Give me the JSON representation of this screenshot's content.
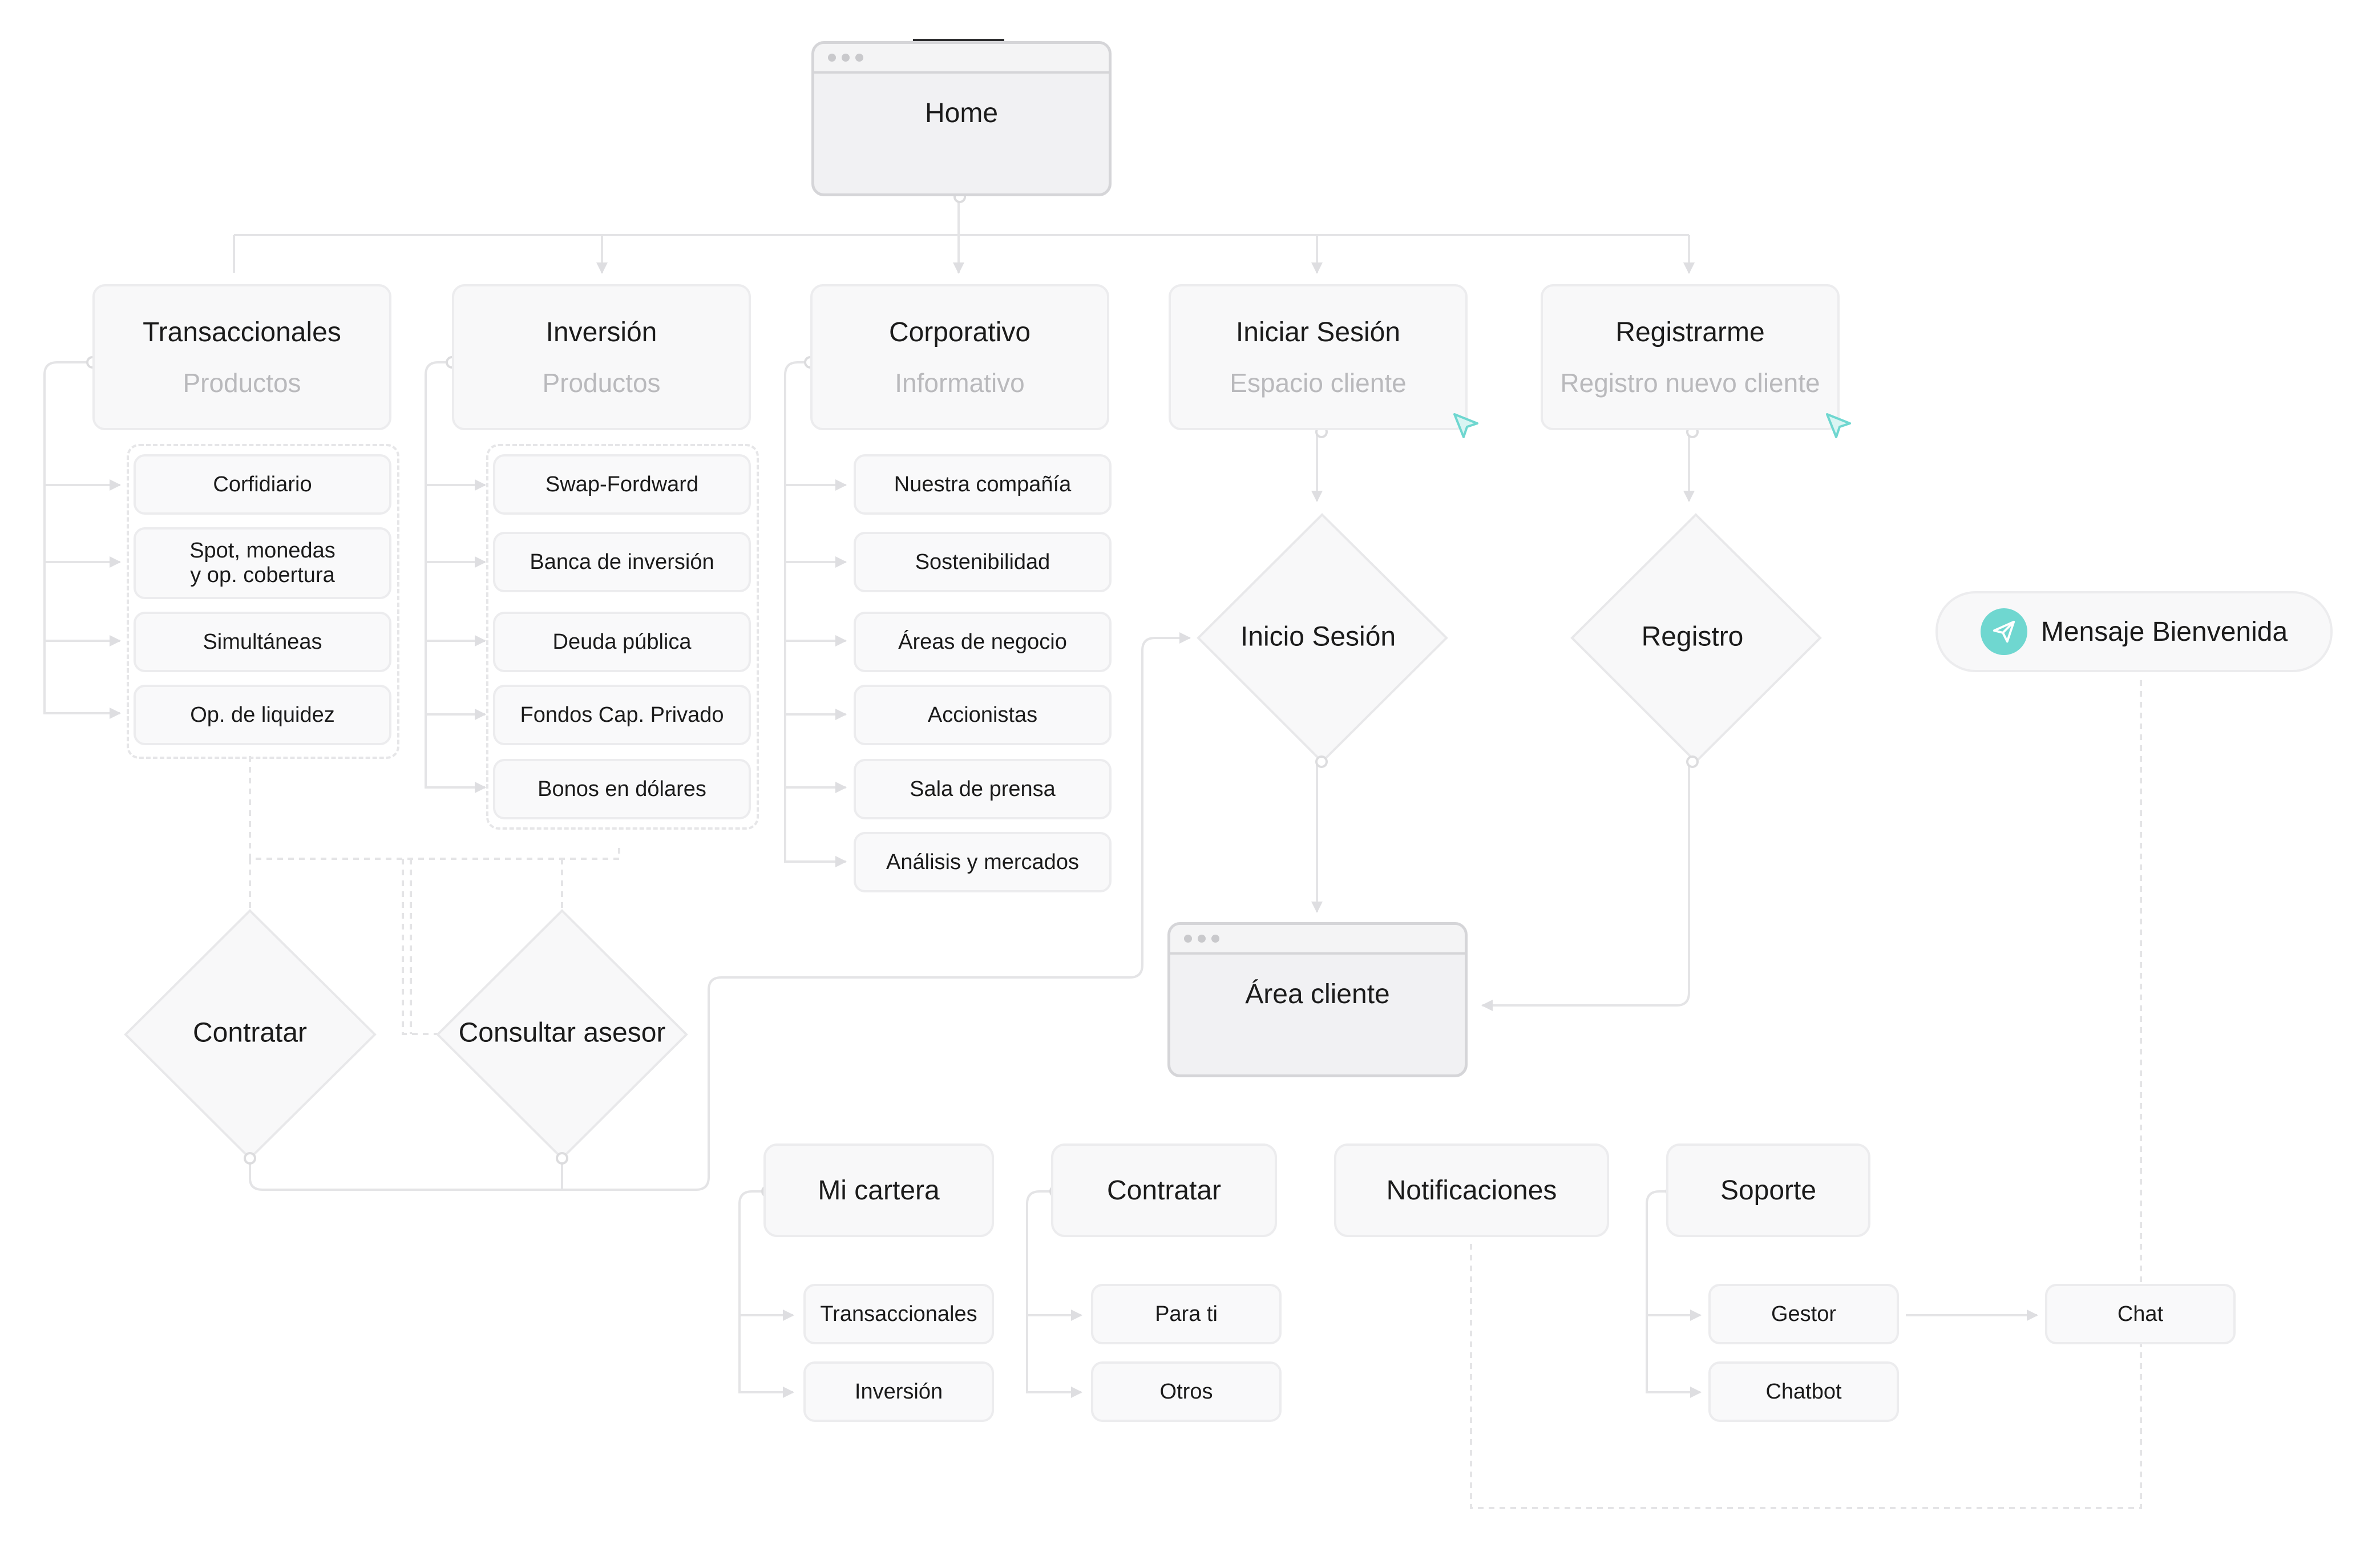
{
  "home": {
    "label": "Home"
  },
  "sections": {
    "transaccionales": {
      "title": "Transaccionales",
      "subtitle": "Productos",
      "items": [
        "Corfidiario",
        "Spot, monedas\ny op. cobertura",
        "Simultáneas",
        "Op. de liquidez"
      ]
    },
    "inversion": {
      "title": "Inversión",
      "subtitle": "Productos",
      "items": [
        "Swap-Fordward",
        "Banca de inversión",
        "Deuda pública",
        "Fondos Cap. Privado",
        "Bonos en dólares"
      ]
    },
    "corporativo": {
      "title": "Corporativo",
      "subtitle": "Informativo",
      "items": [
        "Nuestra compañía",
        "Sostenibilidad",
        "Áreas de negocio",
        "Accionistas",
        "Sala de prensa",
        "Análisis y mercados"
      ]
    },
    "iniciar": {
      "title": "Iniciar Sesión",
      "subtitle": "Espacio cliente"
    },
    "registrarme": {
      "title": "Registrarme",
      "subtitle": "Registro nuevo cliente"
    }
  },
  "decisions": {
    "inicio_sesion": "Inicio Sesión",
    "registro": "Registro",
    "contratar": "Contratar",
    "consultar_asesor": "Consultar asesor"
  },
  "area_cliente": {
    "label": "Área cliente"
  },
  "mensaje": {
    "label": "Mensaje Bienvenida",
    "icon": "telegram-send-icon",
    "icon_color": "#6fd7d0"
  },
  "client_sections": {
    "mi_cartera": {
      "title": "Mi cartera",
      "items": [
        "Transaccionales",
        "Inversión"
      ]
    },
    "contratar": {
      "title": "Contratar",
      "items": [
        "Para ti",
        "Otros"
      ]
    },
    "notificaciones": {
      "title": "Notificaciones"
    },
    "soporte": {
      "title": "Soporte",
      "items": [
        "Gestor",
        "Chatbot"
      ]
    },
    "chat": {
      "label": "Chat"
    }
  },
  "colors": {
    "accent": "#6fd7d0",
    "node_fill": "#f8f8f9",
    "border": "#ececee",
    "connector": "#e4e4e6"
  }
}
